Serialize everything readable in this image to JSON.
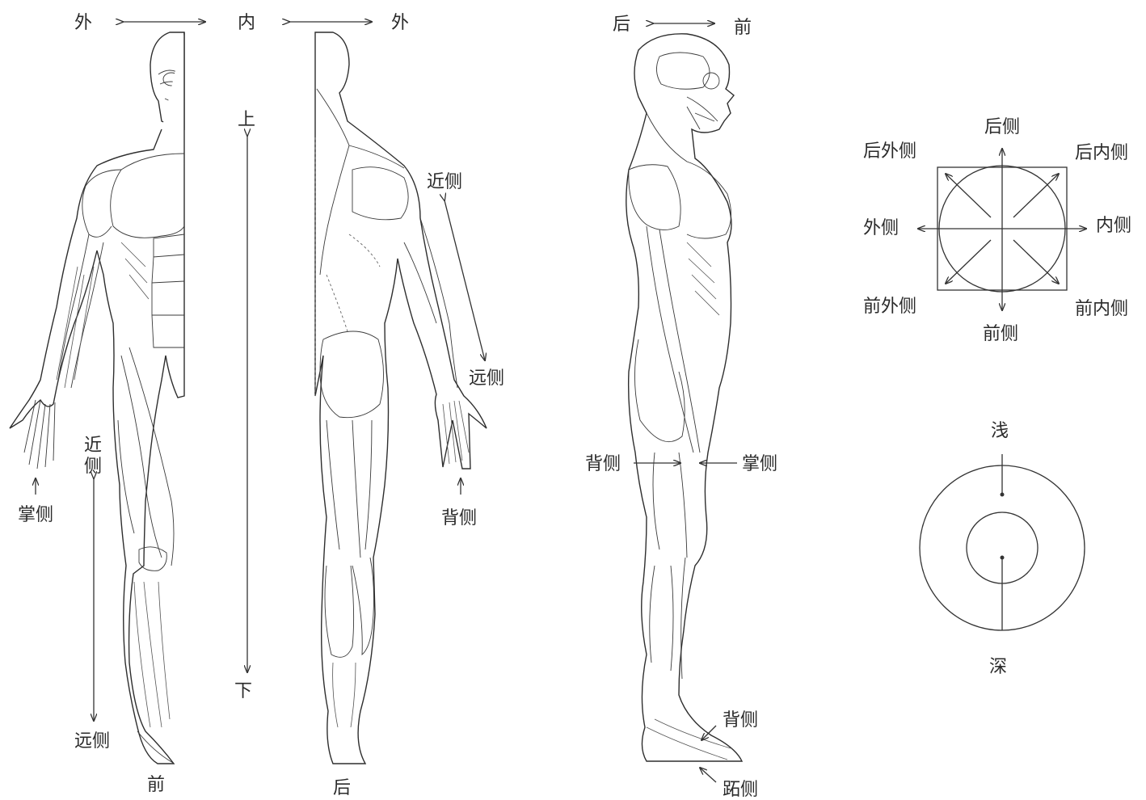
{
  "front_figure": {
    "lateral_left": "外",
    "medial_top": "内",
    "lateral_right": "外",
    "proximal_label": "近\n侧",
    "distal_label": "远侧",
    "palmar_label": "掌侧",
    "caption": "前"
  },
  "axis_superior_inferior": {
    "top": "上",
    "bottom": "下"
  },
  "back_figure": {
    "proximal_label": "近侧",
    "distal_label": "远侧",
    "dorsal_label": "背侧",
    "caption": "后"
  },
  "side_figure": {
    "posterior": "后",
    "anterior": "前",
    "dorsal_hand_label": "背侧",
    "palmar_hand_label": "掌侧",
    "dorsal_foot_label": "背侧",
    "plantar_foot_label": "跖侧"
  },
  "compass": {
    "posterior": "后侧",
    "posterolateral": "后外侧",
    "posteromedial": "后内侧",
    "lateral": "外侧",
    "medial": "内侧",
    "anterolateral": "前外侧",
    "anteromedial": "前内侧",
    "anterior": "前侧"
  },
  "depth": {
    "superficial": "浅",
    "deep": "深"
  },
  "colors": {
    "ink": "#2a2a2a",
    "background": "#ffffff"
  }
}
